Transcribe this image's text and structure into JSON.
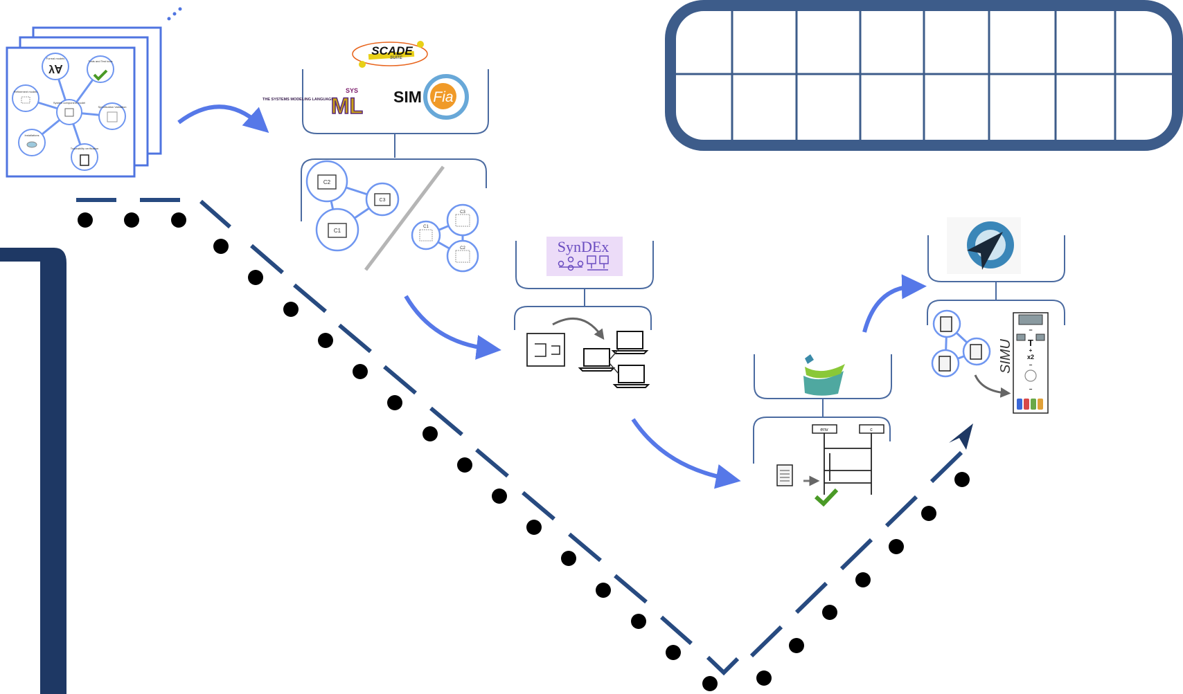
{
  "tools": {
    "scade": "SCADE",
    "scade_sub": "SUITE",
    "sysml_small": "THE SYSTEMS MODELING LANGUAGE",
    "sysml_big": "ML",
    "sysml_tm": "SYS",
    "simfia_left": "SIM",
    "simfia_right": "Fia",
    "syndex": "SynDEx",
    "simu": "SIMU"
  },
  "overview_card": {
    "center": "System component model",
    "formal": "Formal models",
    "tests": "Tests and Test tools",
    "spec": "Specification Validation",
    "refine": "Refinement models",
    "install": "Installations",
    "trace": "Traceability verification"
  },
  "components": [
    "C2",
    "C3",
    "C1",
    "C1",
    "C3",
    "C2"
  ],
  "seq_labels": [
    "env",
    "c"
  ],
  "simu_panel": {
    "x2": "x2"
  },
  "colors": {
    "navy": "#1e3864",
    "dash": "#274a80",
    "arrow": "#5678e8",
    "circle": "#6f96f0",
    "table": "#3d5c8a",
    "card": "#4f74e0"
  }
}
